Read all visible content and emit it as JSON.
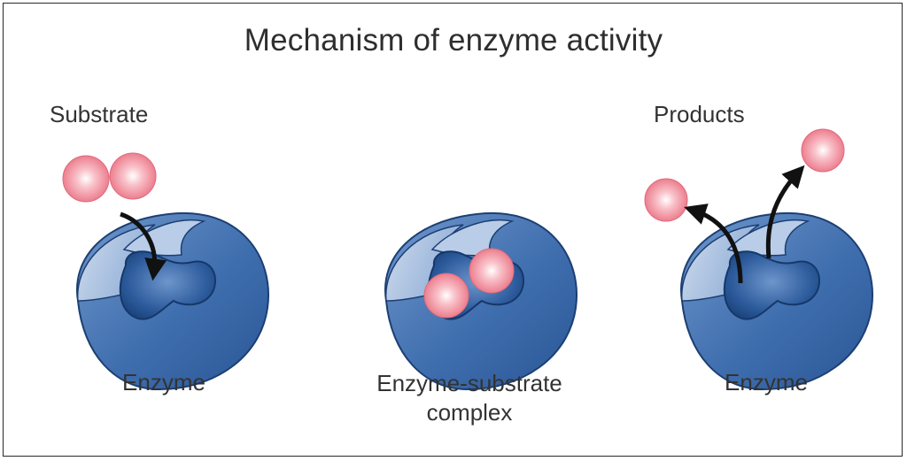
{
  "diagram": {
    "title": "Mechanism of enzyme activity",
    "labels": {
      "substrate": "Substrate",
      "products": "Products",
      "enzyme_left": "Enzyme",
      "complex_line1": "Enzyme-substrate",
      "complex_line2": "complex",
      "enzyme_right": "Enzyme"
    },
    "colors": {
      "enzyme_fill": "#4a76b2",
      "enzyme_light": "#a9c2e2",
      "enzyme_dark": "#1f4f92",
      "substrate": "#f08f9c",
      "arrow": "#111111",
      "frame": "#2a2a2a"
    }
  }
}
